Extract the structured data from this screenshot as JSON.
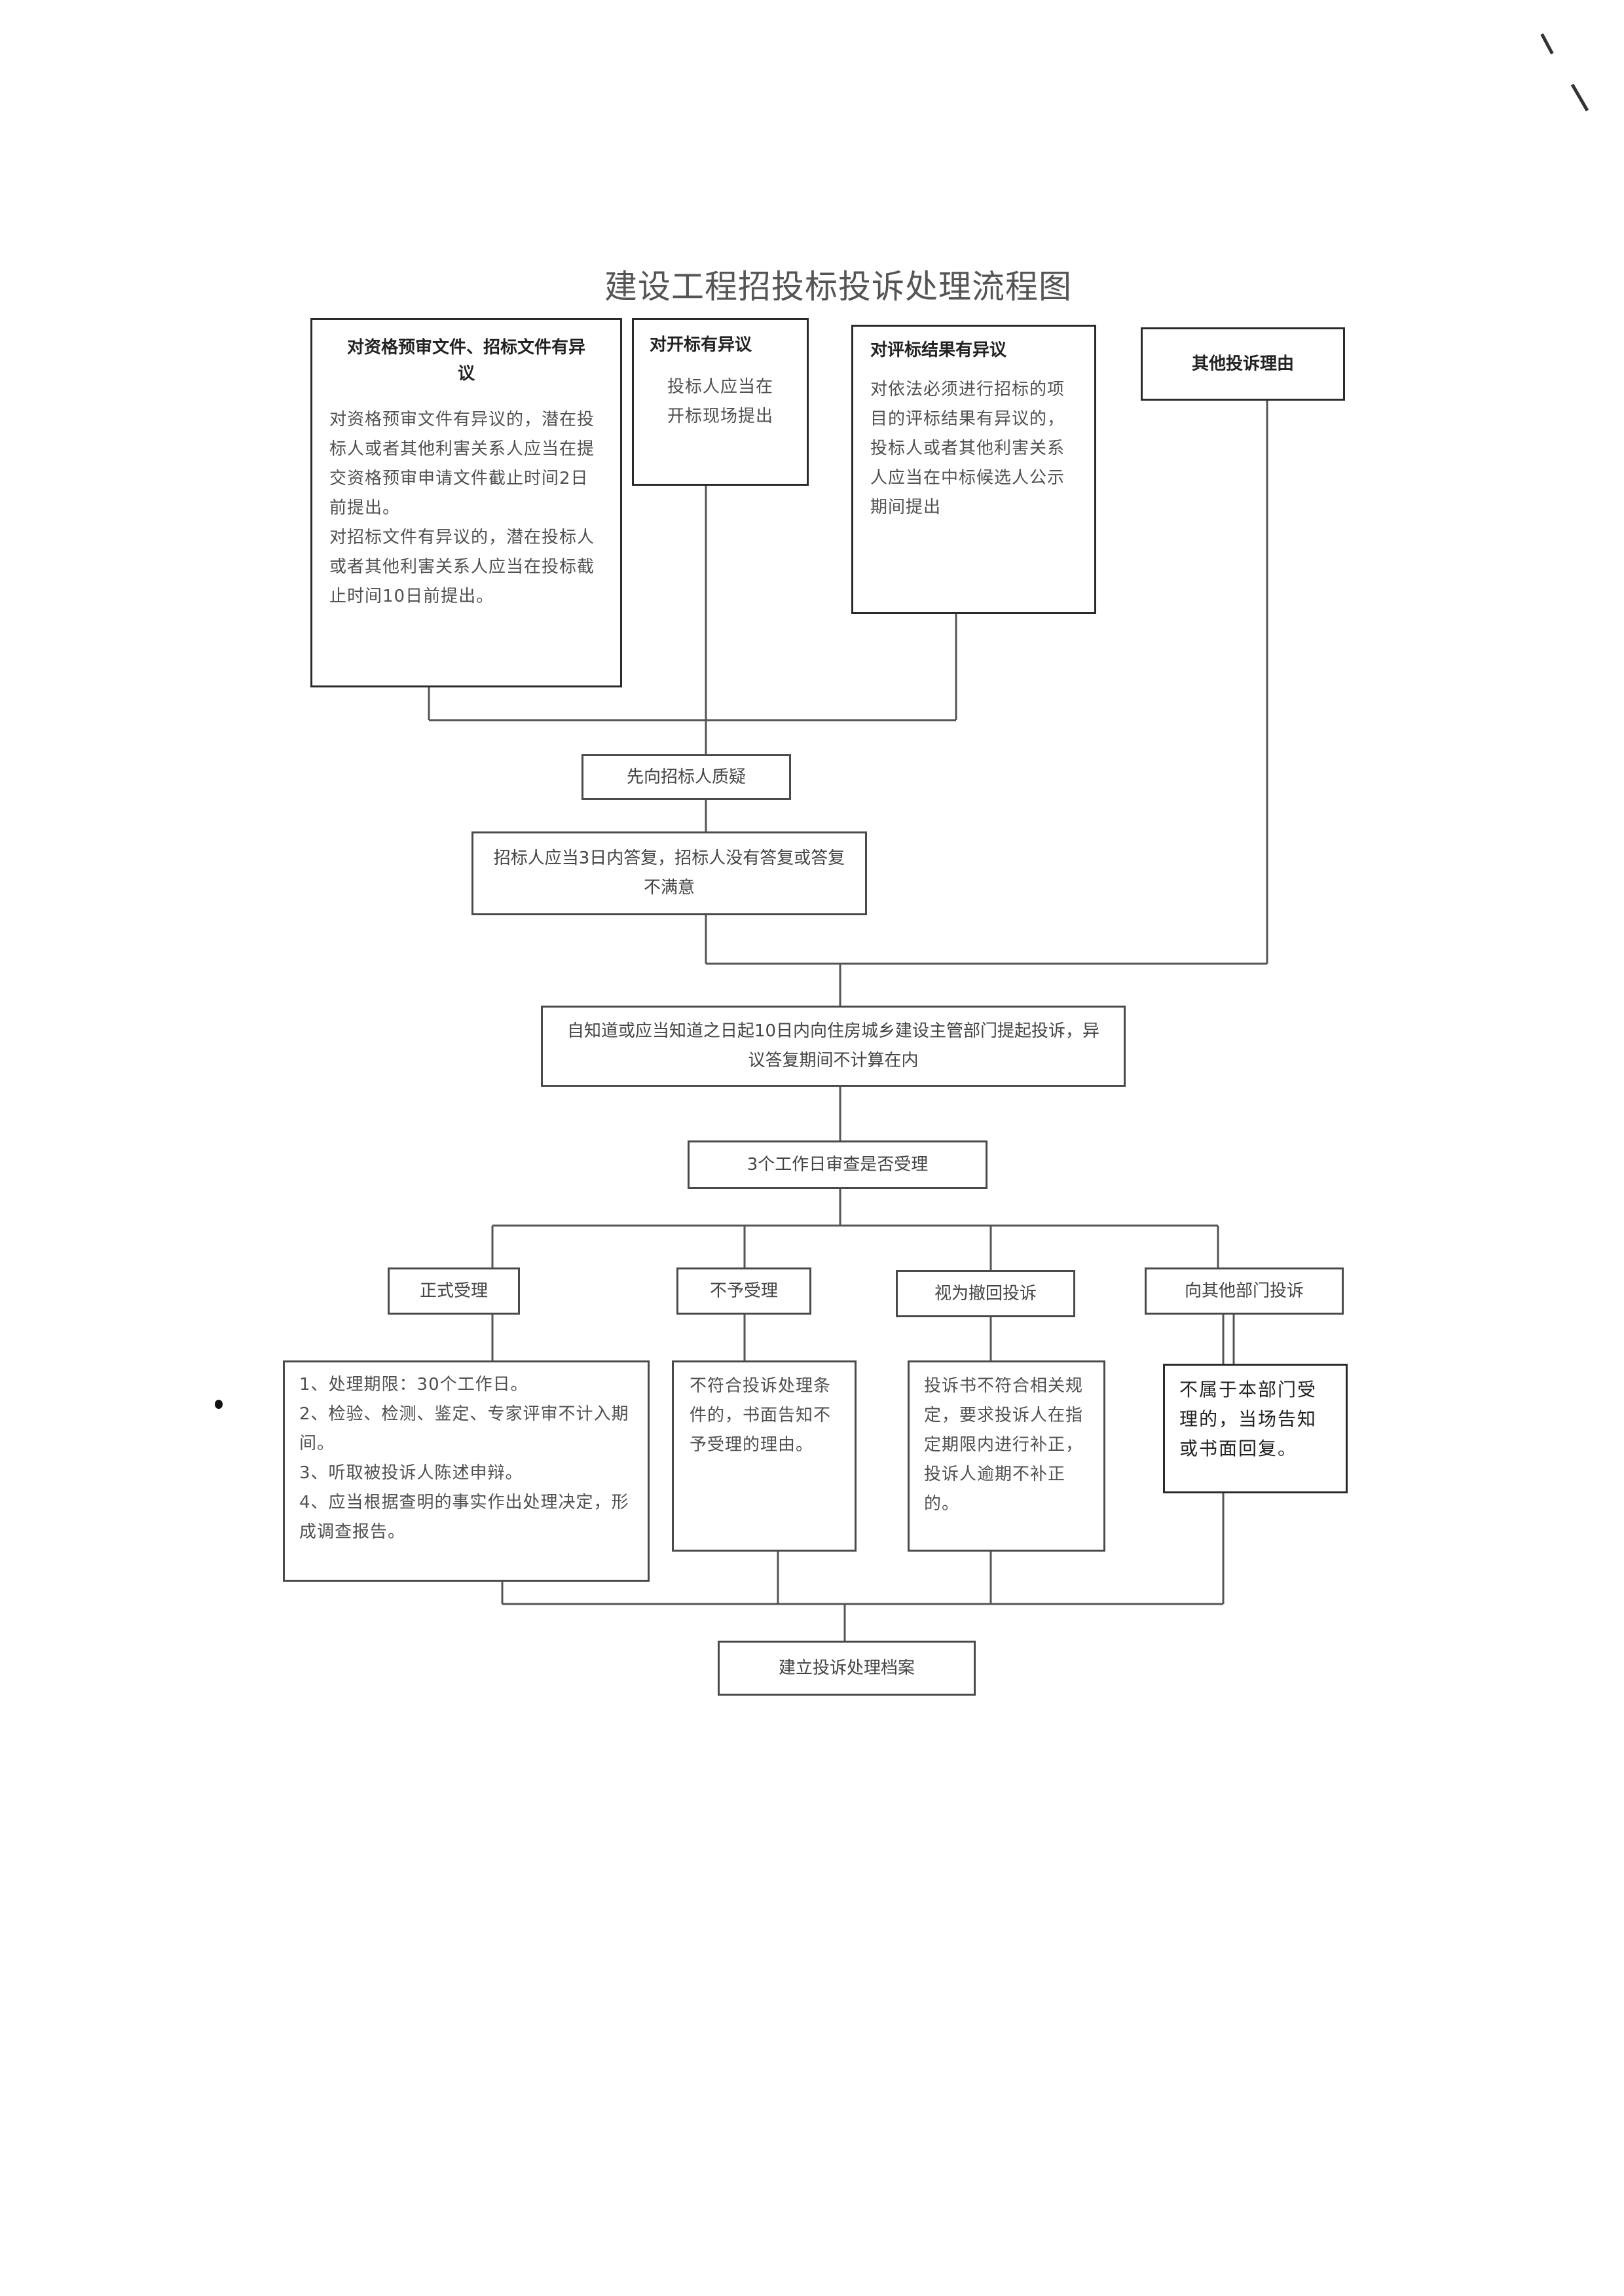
{
  "title": "建设工程招投标投诉处理流程图",
  "objections": [
    {
      "heading": "对资格预审文件、招标文件有异议",
      "lines": [
        "对资格预审文件有异议的，潜在投标人或者其他利害关系人应当在提交资格预审申请文件截止时间2日前提出。",
        "对招标文件有异议的，潜在投标人或者其他利害关系人应当在投标截止时间10日前提出。"
      ]
    },
    {
      "heading": "对开标有异议",
      "lines": [
        "投标人应当在开标现场提出"
      ]
    },
    {
      "heading": "对评标结果有异议",
      "lines": [
        "对依法必须进行招标的项目的评标结果有异议的，投标人或者其他利害关系人应当在中标候选人公示期间提出"
      ]
    },
    {
      "heading": "其他投诉理由",
      "lines": []
    }
  ],
  "steps": {
    "query_tenderer": "先向招标人质疑",
    "tenderer_reply": "招标人应当3日内答复，招标人没有答复或答复不满意",
    "file_complaint": "自知道或应当知道之日起10日内向住房城乡建设主管部门提起投诉，异议答复期间不计算在内",
    "review": "3个工作日审查是否受理"
  },
  "outcomes": [
    {
      "label": "正式受理",
      "details": [
        "1、处理期限：30个工作日。",
        "2、检验、检测、鉴定、专家评审不计入期间。",
        "3、听取被投诉人陈述申辩。",
        "4、应当根据查明的事实作出处理决定，形成调查报告。"
      ]
    },
    {
      "label": "不予受理",
      "details": [
        "不符合投诉处理条件的，书面告知不予受理的理由。"
      ]
    },
    {
      "label": "视为撤回投诉",
      "details": [
        "投诉书不符合相关规定，要求投诉人在指定期限内进行补正，投诉人逾期不补正的。"
      ]
    },
    {
      "label": "向其他部门投诉",
      "details": [
        "不属于本部门受理的，当场告知或书面回复。"
      ]
    }
  ],
  "archive": "建立投诉处理档案"
}
